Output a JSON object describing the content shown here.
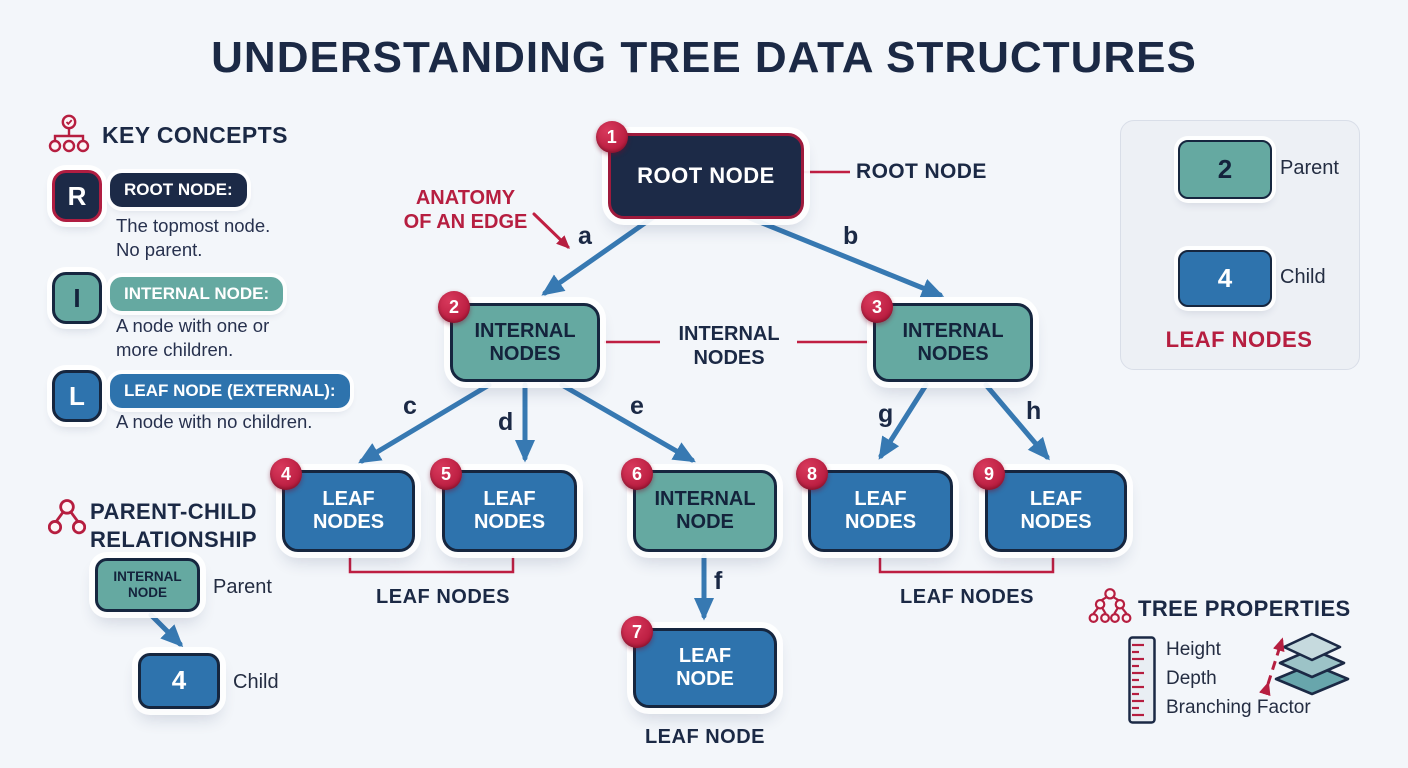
{
  "title": "UNDERSTANDING TREE DATA STRUCTURES",
  "colors": {
    "background": "#f3f6fa",
    "navy": "#1b2945",
    "crimson": "#b61e40",
    "teal_node": "#65a9a1",
    "blue_node": "#2e73ad",
    "edge_blue": "#3779b2",
    "panel_bg": "#edf0f5"
  },
  "key_concepts": {
    "heading": "KEY CONCEPTS",
    "items": [
      {
        "letter": "R",
        "term": "ROOT NODE:",
        "desc": "The topmost node.\nNo parent."
      },
      {
        "letter": "I",
        "term": "INTERNAL NODE:",
        "desc": "A node with one or\nmore children."
      },
      {
        "letter": "L",
        "term": "LEAF NODE (EXTERNAL):",
        "desc": "A node with no children."
      }
    ]
  },
  "tree": {
    "anatomy_label": "ANATOMY\nOF AN EDGE",
    "nodes": [
      {
        "badge": "1",
        "label": "ROOT NODE"
      },
      {
        "badge": "2",
        "label": "INTERNAL NODES"
      },
      {
        "badge": "3",
        "label": "INTERNAL NODES"
      },
      {
        "badge": "4",
        "label": "LEAF NODES"
      },
      {
        "badge": "5",
        "label": "LEAF NODES"
      },
      {
        "badge": "6",
        "label": "INTERNAL NODE"
      },
      {
        "badge": "7",
        "label": "LEAF NODE"
      },
      {
        "badge": "8",
        "label": "LEAF NODES"
      },
      {
        "badge": "9",
        "label": "LEAF NODES"
      }
    ],
    "edge_labels": {
      "a": "a",
      "b": "b",
      "c": "c",
      "d": "d",
      "e": "e",
      "f": "f",
      "g": "g",
      "h": "h"
    },
    "callouts": {
      "root": "ROOT NODE",
      "internal": "INTERNAL NODES",
      "leaf_group_left": "LEAF NODES",
      "leaf_group_right": "LEAF NODES",
      "leaf_single": "LEAF NODE"
    }
  },
  "leaf_panel": {
    "parent_value": "2",
    "parent_label": "Parent",
    "child_value": "4",
    "child_label": "Child",
    "caption": "LEAF NODES"
  },
  "parent_child": {
    "heading": "PARENT-CHILD\nRELATIONSHIP",
    "parent_box": "INTERNAL NODE",
    "parent_label": "Parent",
    "child_value": "4",
    "child_label": "Child"
  },
  "tree_properties": {
    "heading": "TREE PROPERTIES",
    "items": [
      "Height",
      "Depth",
      "Branching Factor"
    ]
  }
}
